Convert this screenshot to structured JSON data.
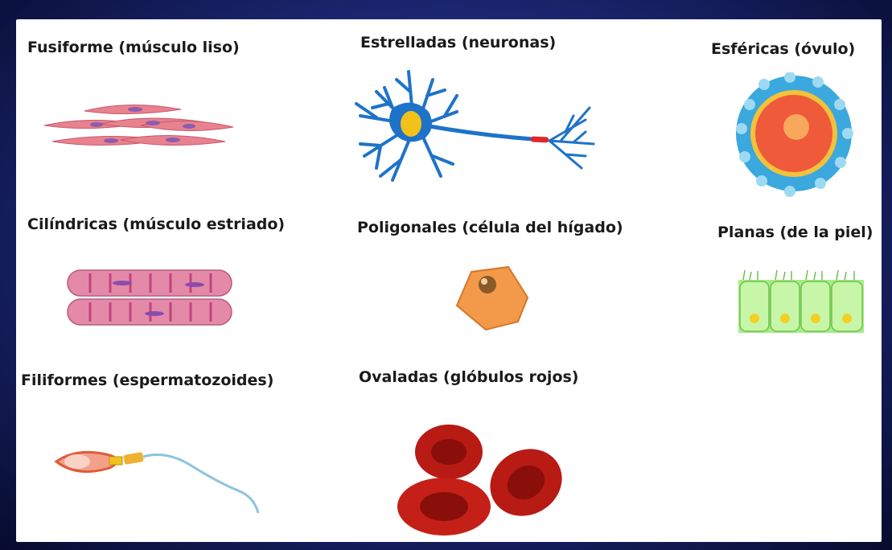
{
  "cells": [
    {
      "id": "fusiforme",
      "label": "Fusiforme (músculo liso)",
      "icon": "smooth-muscle-cells-icon"
    },
    {
      "id": "estrelladas",
      "label": "Estrelladas (neuronas)",
      "icon": "neuron-icon"
    },
    {
      "id": "esfericas",
      "label": "Esféricas (óvulo)",
      "icon": "ovum-icon"
    },
    {
      "id": "cilindricas",
      "label": "Cilíndricas (músculo estriado)",
      "icon": "striated-muscle-icon"
    },
    {
      "id": "poligonales",
      "label": "Poligonales (célula del hígado)",
      "icon": "liver-cell-icon"
    },
    {
      "id": "planas",
      "label": "Planas (de la piel)",
      "icon": "skin-cells-icon"
    },
    {
      "id": "filiformes",
      "label": "Filiformes (espermatozoides)",
      "icon": "sperm-cell-icon"
    },
    {
      "id": "ovaladas",
      "label": "Ovaladas (glóbulos rojos)",
      "icon": "red-blood-cells-icon"
    }
  ]
}
